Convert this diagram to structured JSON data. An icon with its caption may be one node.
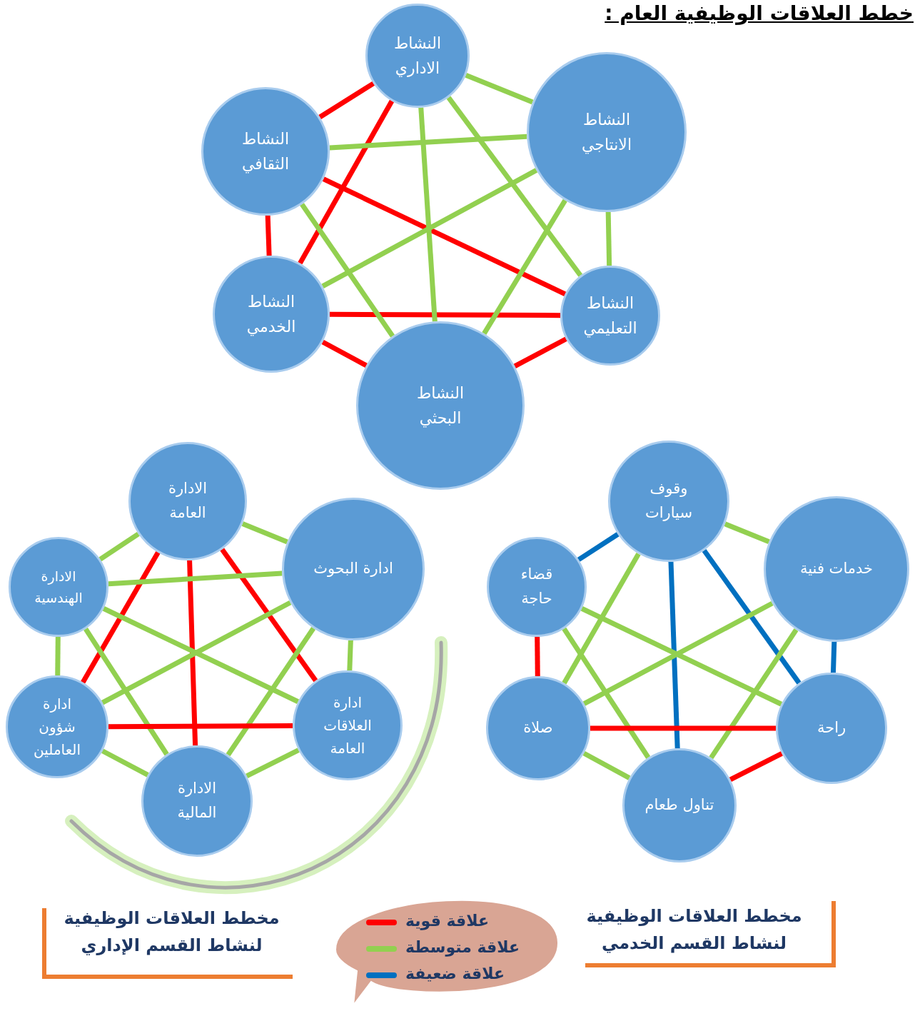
{
  "diagram": {
    "title": "خطط العلاقات الوظيفية العام :",
    "nodes": [
      {
        "text": [
          "النشاط الاداري"
        ]
      },
      {
        "text": [
          "النشاط الثقافي"
        ]
      },
      {
        "text": [
          "النشاط الانتاجي"
        ]
      },
      {
        "text": [
          "النشاط الخدمي"
        ]
      },
      {
        "text": [
          "النشاط التعليمي"
        ]
      },
      {
        "text": [
          "النشاط البحثي"
        ]
      },
      {
        "text": [
          "الادارة العامة"
        ]
      },
      {
        "text": [
          "ادارة البحوث"
        ]
      },
      {
        "text": [
          "الادارة الهندسية"
        ]
      },
      {
        "text": [
          "ادارة شؤون العاملين"
        ]
      },
      {
        "text": [
          "ادارة العلاقات العامة"
        ]
      },
      {
        "text": [
          "الادارة المالية"
        ]
      },
      {
        "text": [
          "وقوف سيارات"
        ]
      },
      {
        "text": [
          "خدمات فنية"
        ]
      },
      {
        "text": [
          "قضاء حاجة"
        ]
      },
      {
        "text": [
          "صلاة"
        ]
      },
      {
        "text": [
          "راحة"
        ]
      },
      {
        "text": [
          "تناول طعام"
        ]
      }
    ],
    "edges": [
      {
        "from": 0,
        "to": 1,
        "arrow": "none",
        "color": "#ff0000"
      },
      {
        "from": 0,
        "to": 3,
        "arrow": "none",
        "color": "#ff0000"
      },
      {
        "from": 1,
        "to": 3,
        "arrow": "none",
        "color": "#ff0000"
      },
      {
        "from": 1,
        "to": 4,
        "arrow": "none",
        "color": "#ff0000"
      },
      {
        "from": 3,
        "to": 4,
        "arrow": "none",
        "color": "#ff0000"
      },
      {
        "from": 3,
        "to": 5,
        "arrow": "none",
        "color": "#ff0000"
      },
      {
        "from": 5,
        "to": 4,
        "arrow": "none",
        "color": "#ff0000"
      },
      {
        "from": 0,
        "to": 2,
        "arrow": "none"
      },
      {
        "from": 0,
        "to": 5,
        "arrow": "none"
      },
      {
        "from": 0,
        "to": 4,
        "arrow": "none"
      },
      {
        "from": 1,
        "to": 2,
        "arrow": "none"
      },
      {
        "from": 1,
        "to": 5,
        "arrow": "none"
      },
      {
        "from": 2,
        "to": 3,
        "arrow": "none"
      },
      {
        "from": 2,
        "to": 5,
        "arrow": "none"
      },
      {
        "from": 2,
        "to": 4,
        "arrow": "none"
      },
      {
        "from": 6,
        "to": 8,
        "arrow": "none"
      },
      {
        "from": 6,
        "to": 7,
        "arrow": "none"
      },
      {
        "from": 6,
        "to": 9,
        "arrow": "none",
        "color": "#ff0000"
      },
      {
        "from": 6,
        "to": 11,
        "arrow": "none",
        "color": "#ff0000"
      },
      {
        "from": 6,
        "to": 10,
        "arrow": "none",
        "color": "#ff0000"
      },
      {
        "from": 8,
        "to": 7,
        "arrow": "none"
      },
      {
        "from": 8,
        "to": 9,
        "arrow": "none"
      },
      {
        "from": 8,
        "to": 10,
        "arrow": "none"
      },
      {
        "from": 8,
        "to": 11,
        "arrow": "none"
      },
      {
        "from": 7,
        "to": 9,
        "arrow": "none"
      },
      {
        "from": 7,
        "to": 11,
        "arrow": "none"
      },
      {
        "from": 7,
        "to": 10,
        "arrow": "none"
      },
      {
        "from": 9,
        "to": 10,
        "arrow": "none",
        "color": "#ff0000"
      },
      {
        "from": 9,
        "to": 11,
        "arrow": "none"
      },
      {
        "from": 11,
        "to": 10,
        "arrow": "none"
      },
      {
        "from": 12,
        "to": 14,
        "arrow": "none",
        "color": "#0070c0"
      },
      {
        "from": 12,
        "to": 13,
        "arrow": "none"
      },
      {
        "from": 12,
        "to": 15,
        "arrow": "none"
      },
      {
        "from": 12,
        "to": 17,
        "arrow": "none",
        "color": "#0070c0"
      },
      {
        "from": 12,
        "to": 16,
        "arrow": "none",
        "color": "#0070c0"
      },
      {
        "from": 14,
        "to": 15,
        "arrow": "none",
        "color": "#ff0000"
      },
      {
        "from": 14,
        "to": 16,
        "arrow": "none"
      },
      {
        "from": 14,
        "to": 17,
        "arrow": "none"
      },
      {
        "from": 13,
        "to": 15,
        "arrow": "none"
      },
      {
        "from": 13,
        "to": 16,
        "arrow": "none",
        "color": "#0070c0"
      },
      {
        "from": 13,
        "to": 17,
        "arrow": "none"
      },
      {
        "from": 15,
        "to": 16,
        "arrow": "none",
        "color": "#ff0000"
      },
      {
        "from": 15,
        "to": 17,
        "arrow": "none"
      },
      {
        "from": 17,
        "to": 16,
        "arrow": "none",
        "color": "#ff0000"
      }
    ],
    "labels": [
      "مخطط العلاقات الوظيفية لنشاط القسم الإداري",
      "مخطط العلاقات الوظيفية لنشاط القسم الخدمي"
    ],
    "legend": [
      {
        "text": "علاقة قوية",
        "color": "#ff0000"
      },
      {
        "text": "علاقة متوسطة",
        "color": "#92d050"
      },
      {
        "text": "علاقة ضعيفة",
        "color": "#0070c0"
      }
    ]
  }
}
